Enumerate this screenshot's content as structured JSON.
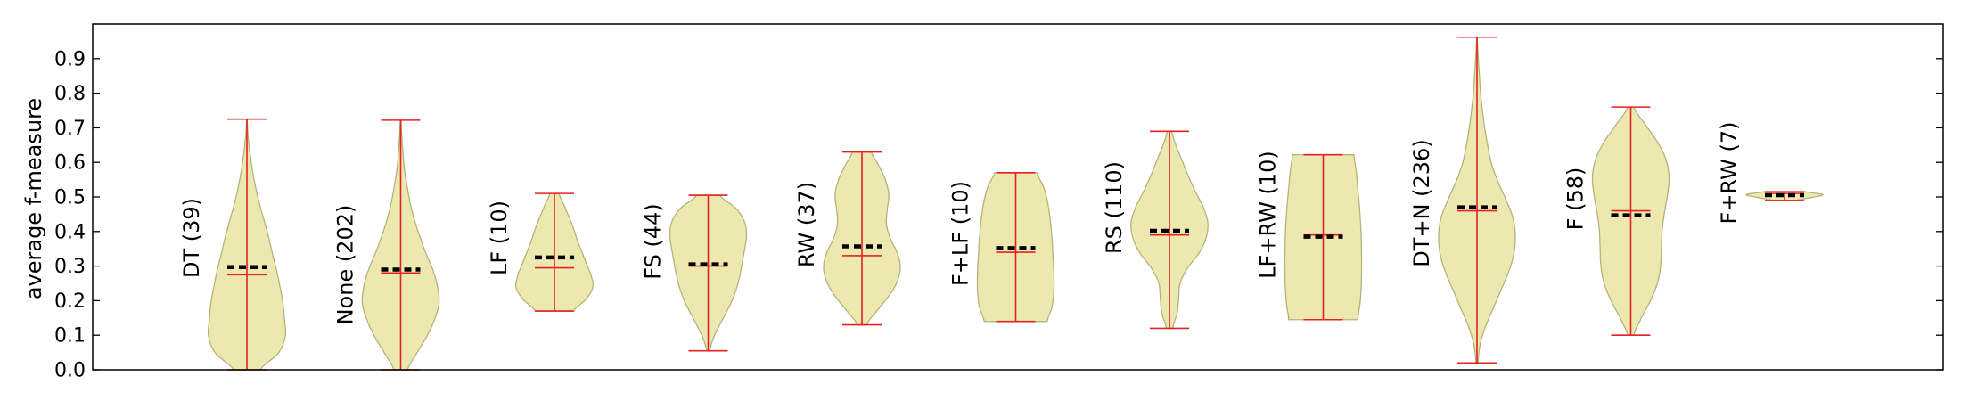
{
  "chart_data": {
    "type": "violin",
    "ylabel": "average f-measure",
    "ylim": [
      0,
      1.0
    ],
    "yticks": [
      0.0,
      0.1,
      0.2,
      0.3,
      0.4,
      0.5,
      0.6,
      0.7,
      0.8,
      0.9
    ],
    "grid": false,
    "colors": {
      "body": "#ede8b0",
      "body_edge": "#b5b27a",
      "stat_line": "#e32222",
      "mean": "#000000",
      "frame": "#000000"
    },
    "violins": [
      {
        "label": "DT (39)",
        "min": 0.0,
        "max": 0.725,
        "median": 0.275,
        "mean": 0.297,
        "widths": [
          0.35,
          0.82,
          1.0,
          0.98,
          0.94,
          0.86,
          0.77,
          0.66,
          0.56,
          0.44,
          0.32,
          0.22,
          0.14,
          0.08,
          0.03,
          0.01
        ]
      },
      {
        "label": "None (202)",
        "min": 0.0,
        "max": 0.722,
        "median": 0.28,
        "mean": 0.29,
        "widths": [
          0.18,
          0.42,
          0.68,
          0.88,
          1.0,
          0.96,
          0.84,
          0.66,
          0.5,
          0.36,
          0.25,
          0.17,
          0.1,
          0.06,
          0.03,
          0.01
        ]
      },
      {
        "label": "LF (10)",
        "min": 0.17,
        "max": 0.51,
        "median": 0.295,
        "mean": 0.325,
        "widths": [
          0.5,
          0.82,
          1.0,
          0.96,
          0.84,
          0.72,
          0.6,
          0.5,
          0.38,
          0.25,
          0.12
        ]
      },
      {
        "label": "FS (44)",
        "min": 0.055,
        "max": 0.505,
        "median": 0.3,
        "mean": 0.305,
        "widths": [
          0.04,
          0.14,
          0.3,
          0.48,
          0.64,
          0.76,
          0.84,
          0.9,
          0.96,
          1.0,
          0.94,
          0.72,
          0.3
        ]
      },
      {
        "label": "RW (37)",
        "min": 0.13,
        "max": 0.63,
        "median": 0.33,
        "mean": 0.357,
        "widths": [
          0.12,
          0.4,
          0.7,
          0.92,
          1.0,
          0.92,
          0.74,
          0.64,
          0.66,
          0.7,
          0.62,
          0.45,
          0.25
        ]
      },
      {
        "label": "F+LF (10)",
        "min": 0.14,
        "max": 0.57,
        "median": 0.34,
        "mean": 0.352,
        "widths": [
          0.82,
          0.94,
          0.99,
          1.0,
          0.99,
          0.97,
          0.95,
          0.92,
          0.88,
          0.82,
          0.72,
          0.55
        ]
      },
      {
        "label": "RS (110)",
        "min": 0.12,
        "max": 0.69,
        "median": 0.39,
        "mean": 0.402,
        "widths": [
          0.08,
          0.2,
          0.24,
          0.28,
          0.48,
          0.78,
          0.96,
          1.0,
          0.88,
          0.68,
          0.5,
          0.34,
          0.18,
          0.06
        ]
      },
      {
        "label": "LF+RW (10)",
        "min": 0.145,
        "max": 0.622,
        "median": 0.39,
        "mean": 0.385,
        "widths": [
          0.9,
          0.96,
          0.99,
          1.0,
          1.0,
          0.99,
          0.97,
          0.94,
          0.9,
          0.86,
          0.8
        ]
      },
      {
        "label": "DT+N (236)",
        "min": 0.02,
        "max": 0.962,
        "median": 0.46,
        "mean": 0.47,
        "widths": [
          0.03,
          0.08,
          0.22,
          0.42,
          0.62,
          0.82,
          0.96,
          1.0,
          0.94,
          0.76,
          0.55,
          0.38,
          0.28,
          0.2,
          0.14,
          0.09,
          0.06,
          0.03,
          0.01
        ]
      },
      {
        "label": "F (58)",
        "min": 0.1,
        "max": 0.76,
        "median": 0.46,
        "mean": 0.447,
        "widths": [
          0.08,
          0.28,
          0.52,
          0.7,
          0.78,
          0.8,
          0.82,
          0.88,
          0.96,
          1.0,
          0.92,
          0.7,
          0.38,
          0.08
        ]
      },
      {
        "label": "F+RW (7)",
        "min": 0.49,
        "max": 0.515,
        "median": 0.51,
        "mean": 0.505,
        "widths": [
          0.3,
          0.7,
          1.0,
          0.55
        ]
      }
    ]
  }
}
